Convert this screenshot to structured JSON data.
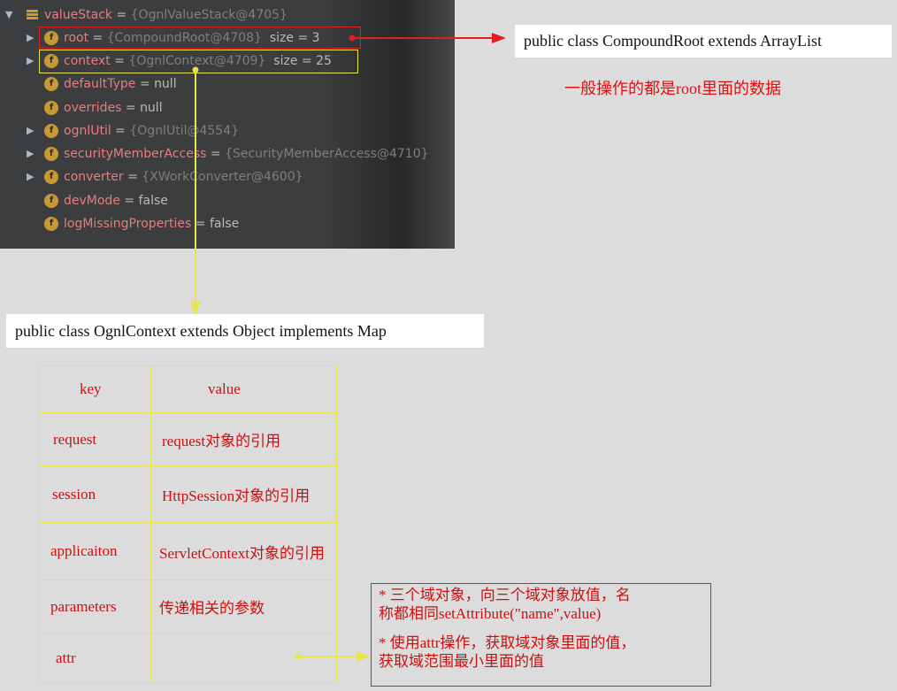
{
  "debugger": {
    "root_node": {
      "name": "valueStack",
      "eq": " = ",
      "ref": "{OgnlValueStack@4705}"
    },
    "fields": [
      {
        "name": "root",
        "eq": " = ",
        "ref": "{CompoundRoot@4708}",
        "extra": "size = 3",
        "expandable": true
      },
      {
        "name": "context",
        "eq": " = ",
        "ref": "{OgnlContext@4709}",
        "extra": "size = 25",
        "expandable": true
      },
      {
        "name": "defaultType",
        "eq": " = ",
        "ref": "null",
        "extra": "",
        "expandable": false
      },
      {
        "name": "overrides",
        "eq": " = ",
        "ref": "null",
        "extra": "",
        "expandable": false
      },
      {
        "name": "ognlUtil",
        "eq": " = ",
        "ref": "{OgnlUtil@4554}",
        "extra": "",
        "expandable": true
      },
      {
        "name": "securityMemberAccess",
        "eq": " = ",
        "ref": "{SecurityMemberAccess@4710}",
        "extra": "",
        "expandable": true
      },
      {
        "name": "converter",
        "eq": " = ",
        "ref": "{XWorkConverter@4600}",
        "extra": "",
        "expandable": true
      },
      {
        "name": "devMode",
        "eq": " = ",
        "ref": "false",
        "extra": "",
        "expandable": false
      },
      {
        "name": "logMissingProperties",
        "eq": " = ",
        "ref": "false",
        "extra": "",
        "expandable": false
      }
    ],
    "field_icon_letter": "f"
  },
  "annotations": {
    "compound_root_class": "public class CompoundRoot extends ArrayList",
    "root_note": "一般操作的都是root里面的数据",
    "ognl_context_class": "public class OgnlContext extends Object implements Map"
  },
  "context_table": {
    "headers": [
      "key",
      "value"
    ],
    "rows": [
      {
        "key": "request",
        "value": "request对象的引用"
      },
      {
        "key": "session",
        "value": "HttpSession对象的引用"
      },
      {
        "key": "applicaiton",
        "value": "ServletContext对象的引用"
      },
      {
        "key": "parameters",
        "value": "传递相关的参数"
      },
      {
        "key": "attr",
        "value": ""
      }
    ]
  },
  "attr_note": {
    "line1": "* 三个域对象，向三个域对象放值，名",
    "line2": "称都相同setAttribute(\"name\",value)",
    "line3": "* 使用attr操作，获取域对象里面的值，",
    "line4": "获取域范围最小里面的值"
  },
  "colors": {
    "panel_bg": "#3b3d3f",
    "field_name": "#e87d7d",
    "ref_text": "#7d7f80",
    "icon": "#c99a34",
    "annotation_red": "#e02020",
    "annotation_yellow": "#e6e64a",
    "canvas_bg": "#dcdcdc"
  }
}
